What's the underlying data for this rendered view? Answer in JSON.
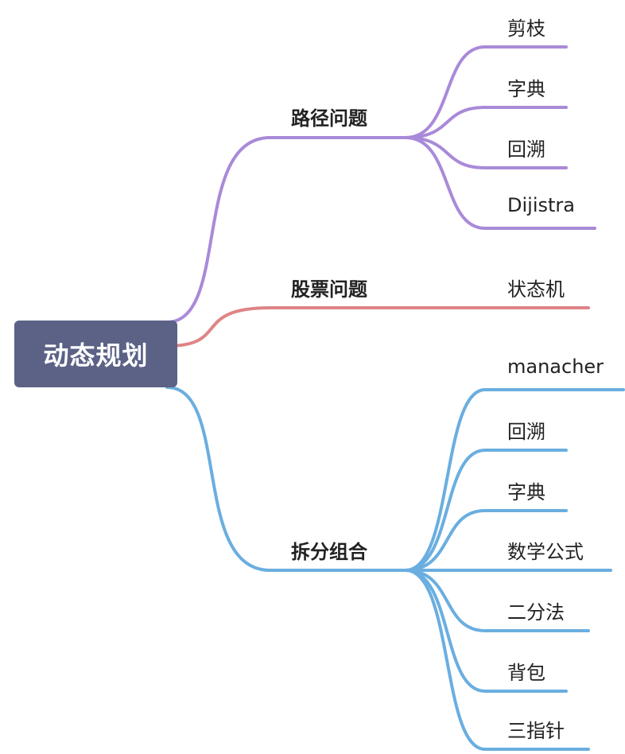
{
  "colors": {
    "root_fill": "#5b6286",
    "purple": "#a98ad8",
    "red": "#df8486",
    "blue": "#6aaee0"
  },
  "root": {
    "label": "动态规划"
  },
  "branches": [
    {
      "id": "path",
      "label": "路径问题",
      "color": "#a98ad8",
      "leaves": [
        "剪枝",
        "字典",
        "回溯",
        "Dijistra"
      ]
    },
    {
      "id": "stock",
      "label": "股票问题",
      "color": "#df8486",
      "leaves": [
        "状态机"
      ]
    },
    {
      "id": "split",
      "label": "拆分组合",
      "color": "#6aaee0",
      "leaves": [
        "manacher",
        "回溯",
        "字典",
        "数学公式",
        "二分法",
        "背包",
        "三指针"
      ]
    }
  ]
}
